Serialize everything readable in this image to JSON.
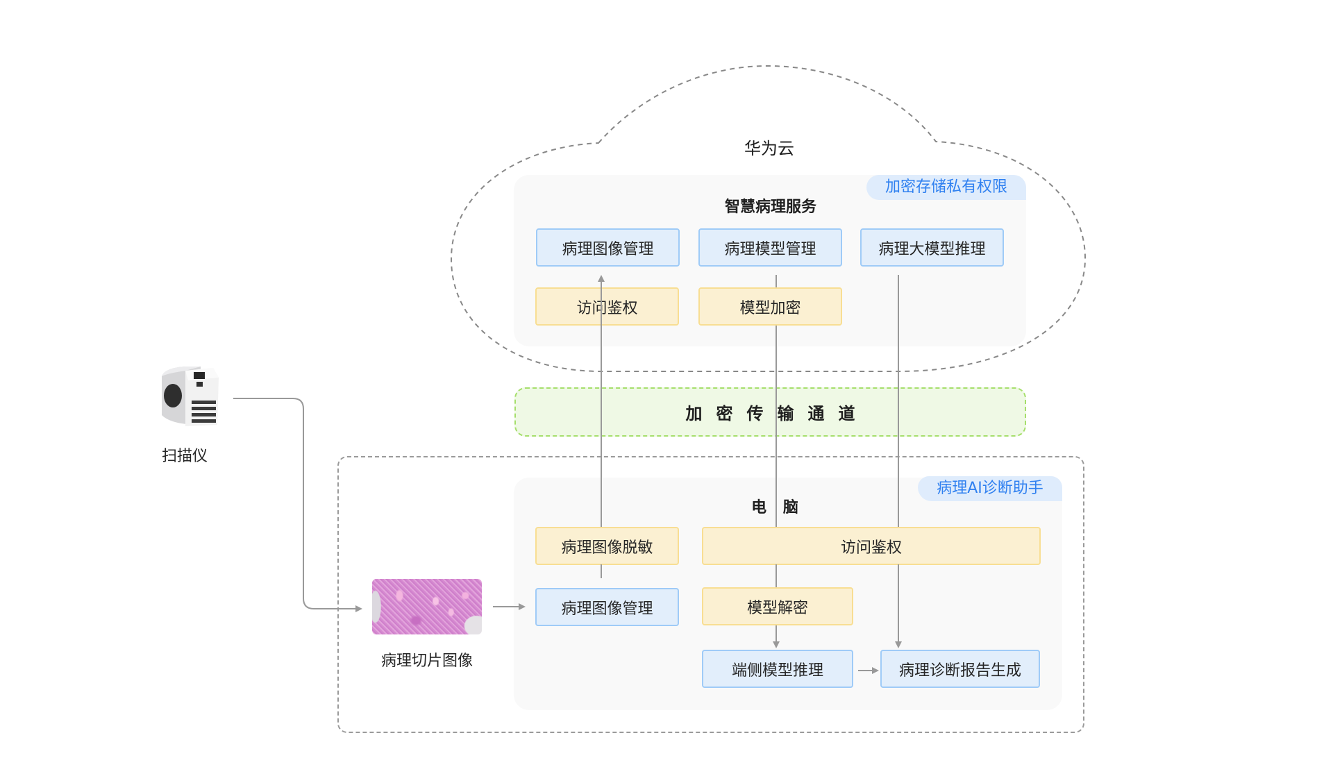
{
  "cloud": {
    "title": "华为云",
    "service_panel": {
      "title": "智慧病理服务",
      "tag": "加密存储私有权限",
      "top_row": [
        "病理图像管理",
        "病理模型管理",
        "病理大模型推理"
      ],
      "bottom_row": [
        "访问鉴权",
        "模型加密"
      ]
    }
  },
  "channel": {
    "label": "加密传输通道"
  },
  "scanner": {
    "label": "扫描仪",
    "icon": "scanner-device-icon"
  },
  "slide": {
    "label": "病理切片图像",
    "icon": "tissue-slide-image"
  },
  "local": {
    "title": "电 脑",
    "tag": "病理AI诊断助手",
    "boxes": {
      "deidentify": "病理图像脱敏",
      "image_mgmt": "病理图像管理",
      "auth": "访问鉴权",
      "decrypt": "模型解密",
      "edge_infer": "端侧模型推理",
      "report": "病理诊断报告生成"
    }
  },
  "colors": {
    "blue_fill": "#e2eefb",
    "blue_border": "#9fcbf7",
    "yellow_fill": "#fbf0d2",
    "yellow_border": "#f8de93",
    "green_fill": "#eff9e5",
    "green_border": "#a6df6c",
    "tag_text": "#2f80f0",
    "connector": "#999999"
  }
}
